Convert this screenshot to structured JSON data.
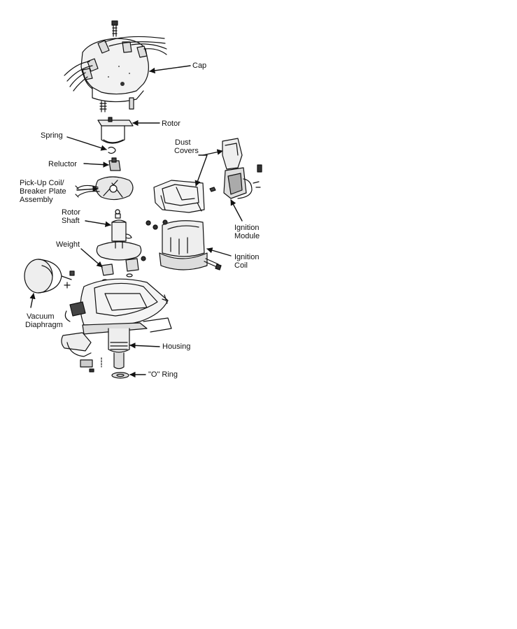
{
  "diagram": {
    "labels": {
      "cap": "Cap",
      "rotor": "Rotor",
      "spring": "Spring",
      "dust_covers_1": "Dust",
      "dust_covers_2": "Covers",
      "reluctor": "Reluctor",
      "pickup_1": "Pick-Up Coil/",
      "pickup_2": "Breaker Plate",
      "pickup_3": "Assembly",
      "rotor_shaft_1": "Rotor",
      "rotor_shaft_2": "Shaft",
      "ignition_module_1": "Ignition",
      "ignition_module_2": "Module",
      "weight": "Weight",
      "ignition_coil_1": "Ignition",
      "ignition_coil_2": "Coil",
      "vacuum_1": "Vacuum",
      "vacuum_2": "Diaphragm",
      "housing": "Housing",
      "o_ring": "\"O\" Ring"
    }
  }
}
